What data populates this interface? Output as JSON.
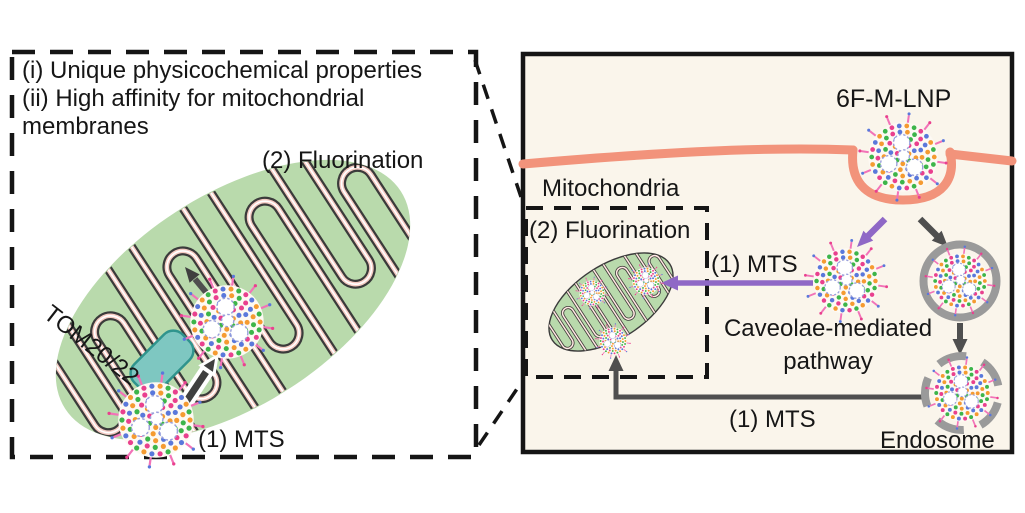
{
  "figure": {
    "left_panel": {
      "note_i": "(i) Unique physicochemical properties",
      "note_ii": "(ii) High affinity for mitochondrial membranes",
      "fluorination_label": "(2) Fluorination",
      "tom_label": "TOM20/22",
      "mts_label": "(1) MTS"
    },
    "right_panel": {
      "lnp_title": "6F-M-LNP",
      "mitochondria_label": "Mitochondria",
      "fluorination_label": "(2) Fluorination",
      "mts_label_top": "(1) MTS",
      "caveolae_line1": "Caveolae-mediated",
      "caveolae_line2": "pathway",
      "mts_label_bottom": "(1) MTS",
      "endosome_label": "Endosome"
    },
    "colors": {
      "panel_bg": "#FAF5EB",
      "membrane": "#F2937B",
      "mito_green": "#B9DAAC",
      "cristae_dark": "#3B3B3B",
      "cristae_pink": "#F6CCC4",
      "tom_teal": "#7EC7C1",
      "purple_arrow": "#8F68C6",
      "gray_arrow": "#4F4F4F",
      "endosome_gray": "#9A9A9A",
      "lnp_orange": "#F59B31",
      "lnp_green": "#3DB54A",
      "lnp_magenta": "#E9408E",
      "lnp_blue": "#5A78DB",
      "lnp_spike_pink": "#F273B8"
    }
  }
}
